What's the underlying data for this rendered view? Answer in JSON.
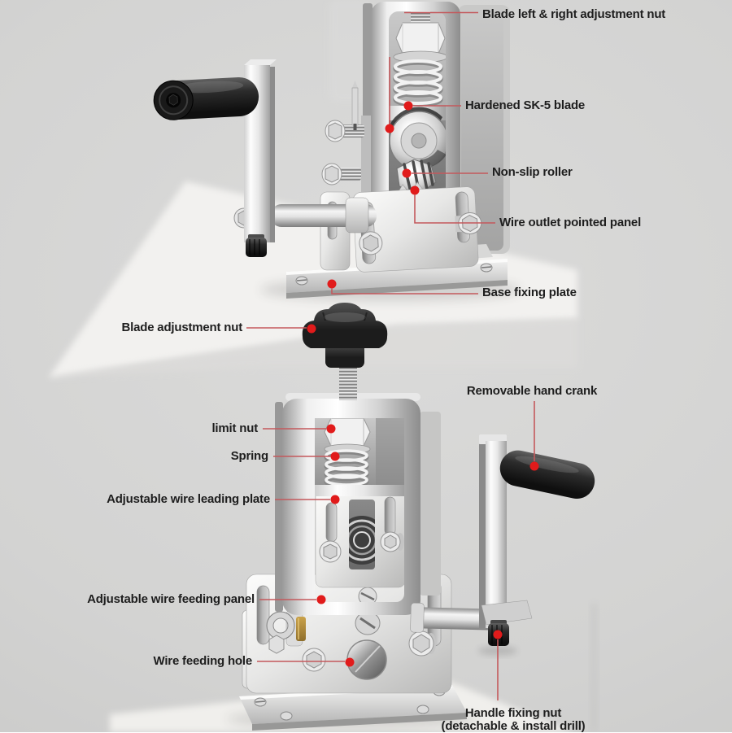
{
  "colors": {
    "background": "#d3d2d1",
    "callout_line": "#c4595c",
    "callout_dot": "#e11b1b",
    "label_text": "#1e1e1e",
    "metal_light": "#f5f5f4",
    "metal_dark": "#8f8f8f",
    "handle_black": "#1b1b1b",
    "brass": "#b5913f"
  },
  "top_diagram": {
    "labels": {
      "blade_lr_adjustment_nut": "Blade left & right adjustment nut",
      "hardened_blade": "Hardened SK-5 blade",
      "non_slip_roller": "Non-slip roller",
      "wire_outlet_pointed_panel": "Wire outlet pointed panel",
      "base_fixing_plate": "Base fixing plate"
    }
  },
  "bottom_diagram": {
    "labels": {
      "blade_adjustment_nut": "Blade adjustment nut",
      "limit_nut": "limit nut",
      "spring": "Spring",
      "adjustable_wire_leading_plate": "Adjustable wire leading plate",
      "adjustable_wire_feeding_panel": "Adjustable wire feeding panel",
      "wire_feeding_hole": "Wire feeding hole",
      "removable_hand_crank": "Removable hand crank",
      "handle_fixing_nut_line1": "Handle fixing nut",
      "handle_fixing_nut_line2": "(detachable & install drill)"
    }
  }
}
